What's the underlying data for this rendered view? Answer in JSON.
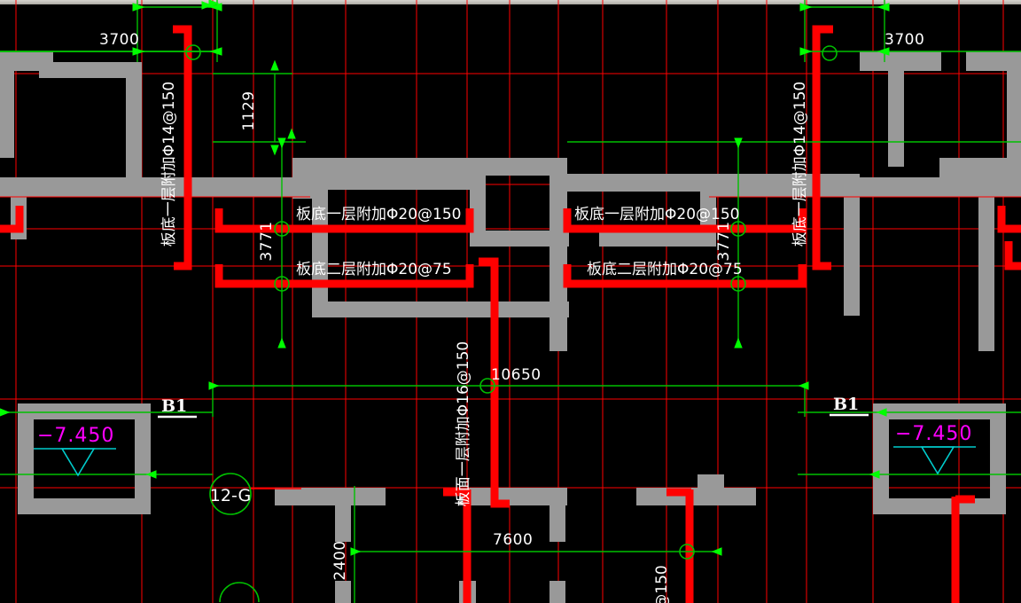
{
  "drawing": {
    "type": "structural-slab-reinforcement-plan",
    "background_color": "#000000",
    "colors": {
      "wall": "#999999",
      "rebar": "#ff0000",
      "dimension": "#00c000",
      "dimension_bright": "#00ff00",
      "text": "#ffffff",
      "elevation_text": "#ff00ff",
      "elevation_symbol": "#00cccc",
      "axis_line": "#ff0000"
    }
  },
  "dimensions": {
    "top_left_span": "3700",
    "top_right_span": "3700",
    "vertical_1129": "1129",
    "vertical_3771_left": "3771",
    "vertical_3771_right": "3771",
    "horizontal_10650": "10650",
    "horizontal_7600": "7600",
    "vertical_2400": "2400"
  },
  "rebar_labels": {
    "vertical_left": "板底一层附加Φ14@150",
    "vertical_right": "板底一层附加Φ14@150",
    "center_left_upper": "板底一层附加Φ20@150",
    "center_left_lower": "板底二层附加Φ20@75",
    "center_right_upper": "板底一层附加Φ20@150",
    "center_right_lower": "板底二层附加Φ20@75",
    "center_vertical": "板面一层附加Φ16@150",
    "bottom_partial": "@150"
  },
  "level_markers": {
    "left": {
      "name": "B1",
      "elevation": "−7.450"
    },
    "right": {
      "name": "B1",
      "elevation": "−7.450"
    }
  },
  "grid_bubbles": [
    {
      "label": "12-G"
    }
  ]
}
